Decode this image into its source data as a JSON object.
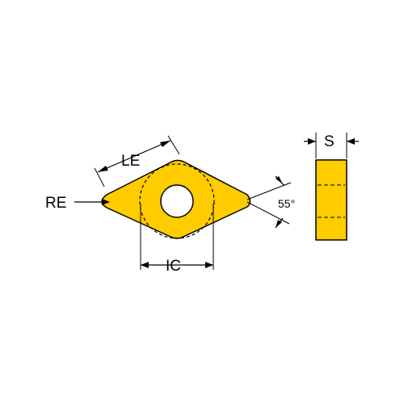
{
  "labels": {
    "le": "LE",
    "re": "RE",
    "ic": "IC",
    "angle": "55°",
    "s": "S"
  },
  "colors": {
    "insert_fill": "#ffcc00",
    "outline": "#000000",
    "background": "#ffffff"
  }
}
